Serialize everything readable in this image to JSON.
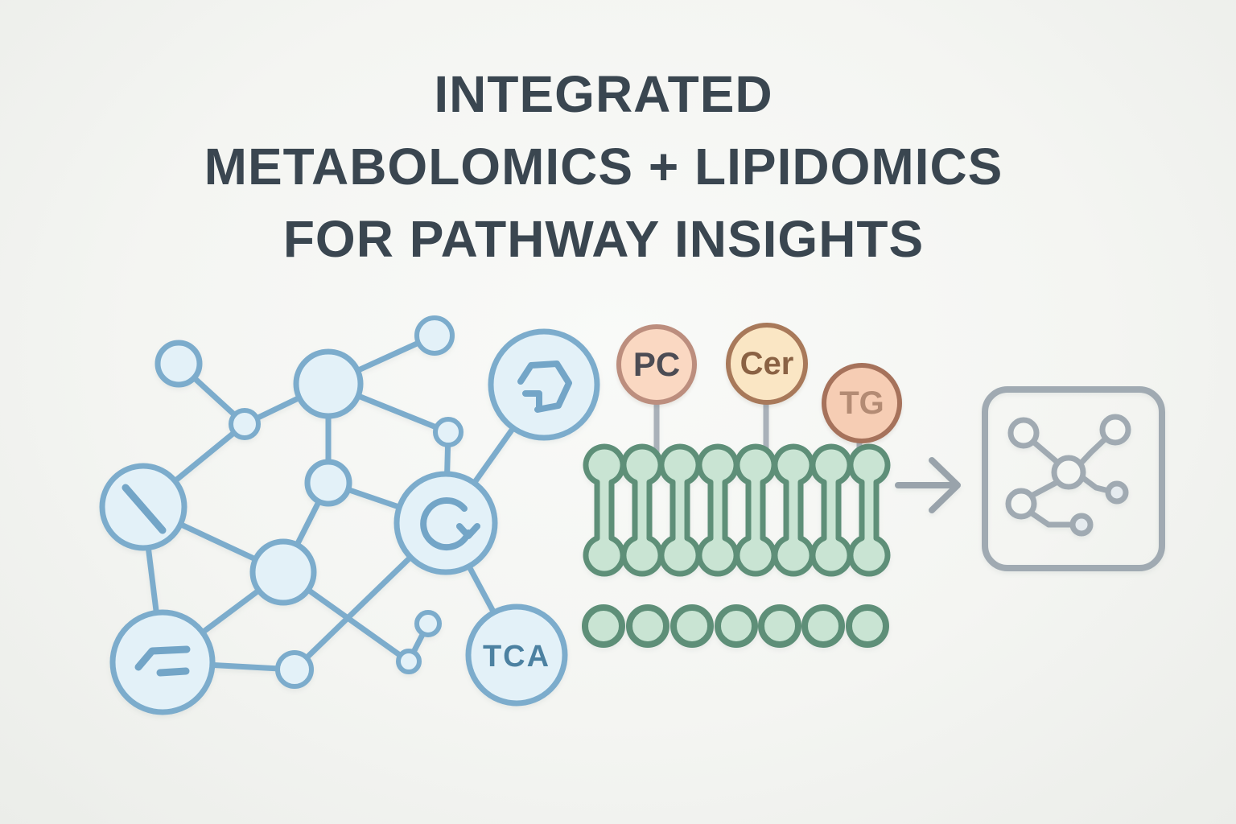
{
  "title": {
    "lines": [
      "INTEGRATED",
      "METABOLOMICS + LIPIDOMICS",
      "FOR PATHWAY INSIGHTS"
    ]
  },
  "network": {
    "tca_label": "TCA",
    "node_count": 15,
    "icon_nodes": [
      "gauge-needle-icon",
      "cycle-arrow-icon",
      "hexagon-ring-icon",
      "angle-lines-icon",
      "tca-label-node"
    ]
  },
  "lipids": {
    "pc_label": "PC",
    "cer_label": "Cer",
    "tg_label": "TG",
    "phospholipid_count": 8,
    "tail_circle_count": 7
  },
  "pathway_box": {
    "icon": "network-graph-icon"
  },
  "colors": {
    "background": "#F4F5F2",
    "title_text": "#3A4650",
    "node_fill": "#E3F1F8",
    "node_stroke": "#7CACCC",
    "tca_text": "#4C81A1",
    "membrane_fill": "#C9E4D3",
    "membrane_stroke": "#5E8F78",
    "pc_fill": "#FAD8C2",
    "pc_stroke": "#BC8E7E",
    "pc_text": "#4C4C54",
    "cer_fill": "#FAE6C4",
    "cer_stroke": "#A8795A",
    "cer_text": "#8A6244",
    "tg_fill": "#F6CDB4",
    "tg_stroke": "#A6725B",
    "tg_text": "#B38B74",
    "stem_gray": "#A9B1B9",
    "arrow_gray": "#99A3AB",
    "box_stroke": "#A0AAB2"
  }
}
